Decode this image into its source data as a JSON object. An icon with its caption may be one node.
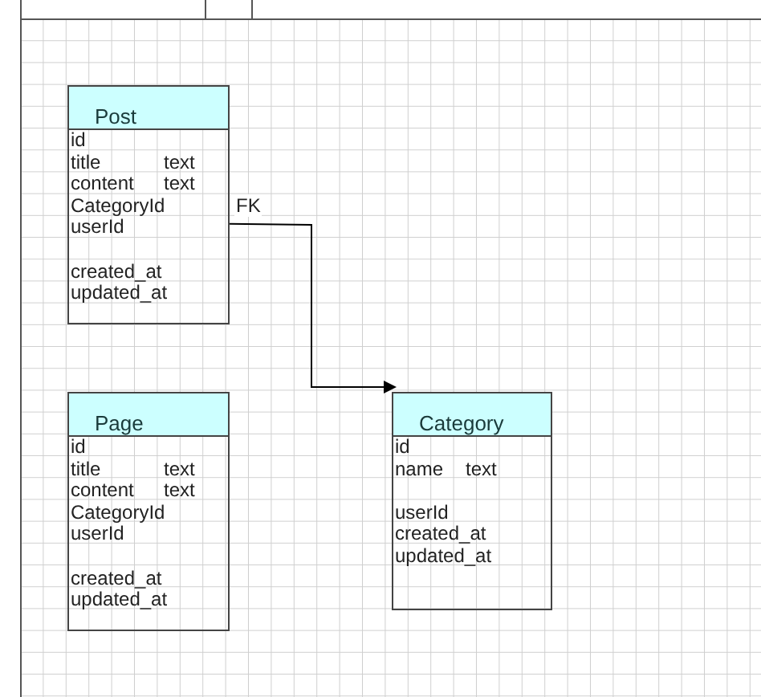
{
  "diagram": {
    "nodes": [
      {
        "text": [
          "Post",
          "id",
          "title",
          "text",
          "content",
          "text",
          "CategoryId",
          "userId",
          "created_at",
          "updated_at"
        ]
      },
      {
        "text": [
          "Page",
          "id",
          "title",
          "text",
          "content",
          "text",
          "CategoryId",
          "userId",
          "created_at",
          "updated_at"
        ]
      },
      {
        "text": [
          "Category",
          "id",
          "name",
          "text",
          "userId",
          "created_at",
          "updated_at"
        ]
      }
    ],
    "edges": [
      {
        "from": 0,
        "to": 2,
        "arrow": "to",
        "label": "FK"
      }
    ]
  }
}
